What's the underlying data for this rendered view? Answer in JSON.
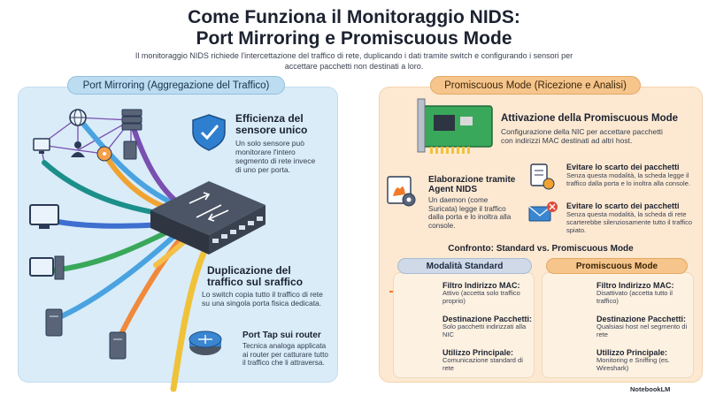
{
  "header": {
    "title_line1": "Come Funziona il Monitoraggio NIDS:",
    "title_line2": "Port Mirroring e Promiscuous Mode",
    "subtitle": "Il monitoraggio NIDS richiede l'intercettazione del traffico di rete, duplicando i dati tramite switch e configurando i sensori per accettare pacchetti non destinati a loro."
  },
  "left": {
    "pill": "Port Mirroring (Aggregazione del Traffico)",
    "efficiency": {
      "title1": "Efficienza del",
      "title2": "sensore unico",
      "text": "Un solo sensore può monitorare l'intero segmento di rete invece di uno per porta."
    },
    "duplication": {
      "title1": "Duplicazione del",
      "title2": "traffico sul sraffico",
      "text": "Lo switch copia tutto il traffico di rete su una singola porta fisica dedicata."
    },
    "porttap": {
      "title": "Port Tap sui router",
      "text": "Tecnica analoga applicata ai router per catturare tutto il traffico che li attraversa."
    }
  },
  "right": {
    "pill": "Promiscuous Mode (Ricezione e Analisi)",
    "activation": {
      "title": "Attivazione della Promiscuous Mode",
      "text": "Configurazione della NIC per accettare pacchetti con indirizzi MAC destinati ad altri host."
    },
    "agent": {
      "title1": "Elaborazione tramite",
      "title2": "Agent NIDS",
      "text": "Un daemon (come Suricata) legge il traffico dalla porta e lo inoltra alla console."
    },
    "avoid1": {
      "title": "Evitare lo scarto dei pacchetti",
      "text": "Senza questa modalità, la scheda legge il traffico dalla porta e lo inoltra alla console."
    },
    "avoid2": {
      "title": "Evitare lo scarto dei pacchetti",
      "text": "Senza questa modalità, la scheda di rete scarterebbe silenziosamente tutto il traffico spiato."
    },
    "compare_title": "Confronto: Standard vs. Promiscuous Mode",
    "standard": {
      "pill": "Modalità Standard",
      "rows": [
        {
          "title": "Filtro Indirizzo MAC:",
          "text": "Attivo (accetta solo traffico proprio)"
        },
        {
          "title": "Destinazione Pacchetti:",
          "text": "Solo pacchetti indirizzati alla NIC"
        },
        {
          "title": "Utilizzo Principale:",
          "text": "Comunicazione standard di rete"
        }
      ]
    },
    "promiscuous": {
      "pill": "Promiscuous Mode",
      "rows": [
        {
          "title": "Filtro Indirizzo MAC:",
          "text": "Disattivato (accetta tutto il traffico)"
        },
        {
          "title": "Destinazione Pacchetti:",
          "text": "Qualsiasi host nel segmento di rete"
        },
        {
          "title": "Utilizzo Principale:",
          "text": "Monitoring e Sniffing (es. Wireshark)"
        }
      ]
    }
  },
  "brand": "NotebookLM",
  "colors": {
    "left_panel": "#d9ecf8",
    "right_panel": "#fde9d2",
    "accent_orange": "#f6c58c",
    "accent_blue": "#bcdcf1"
  }
}
